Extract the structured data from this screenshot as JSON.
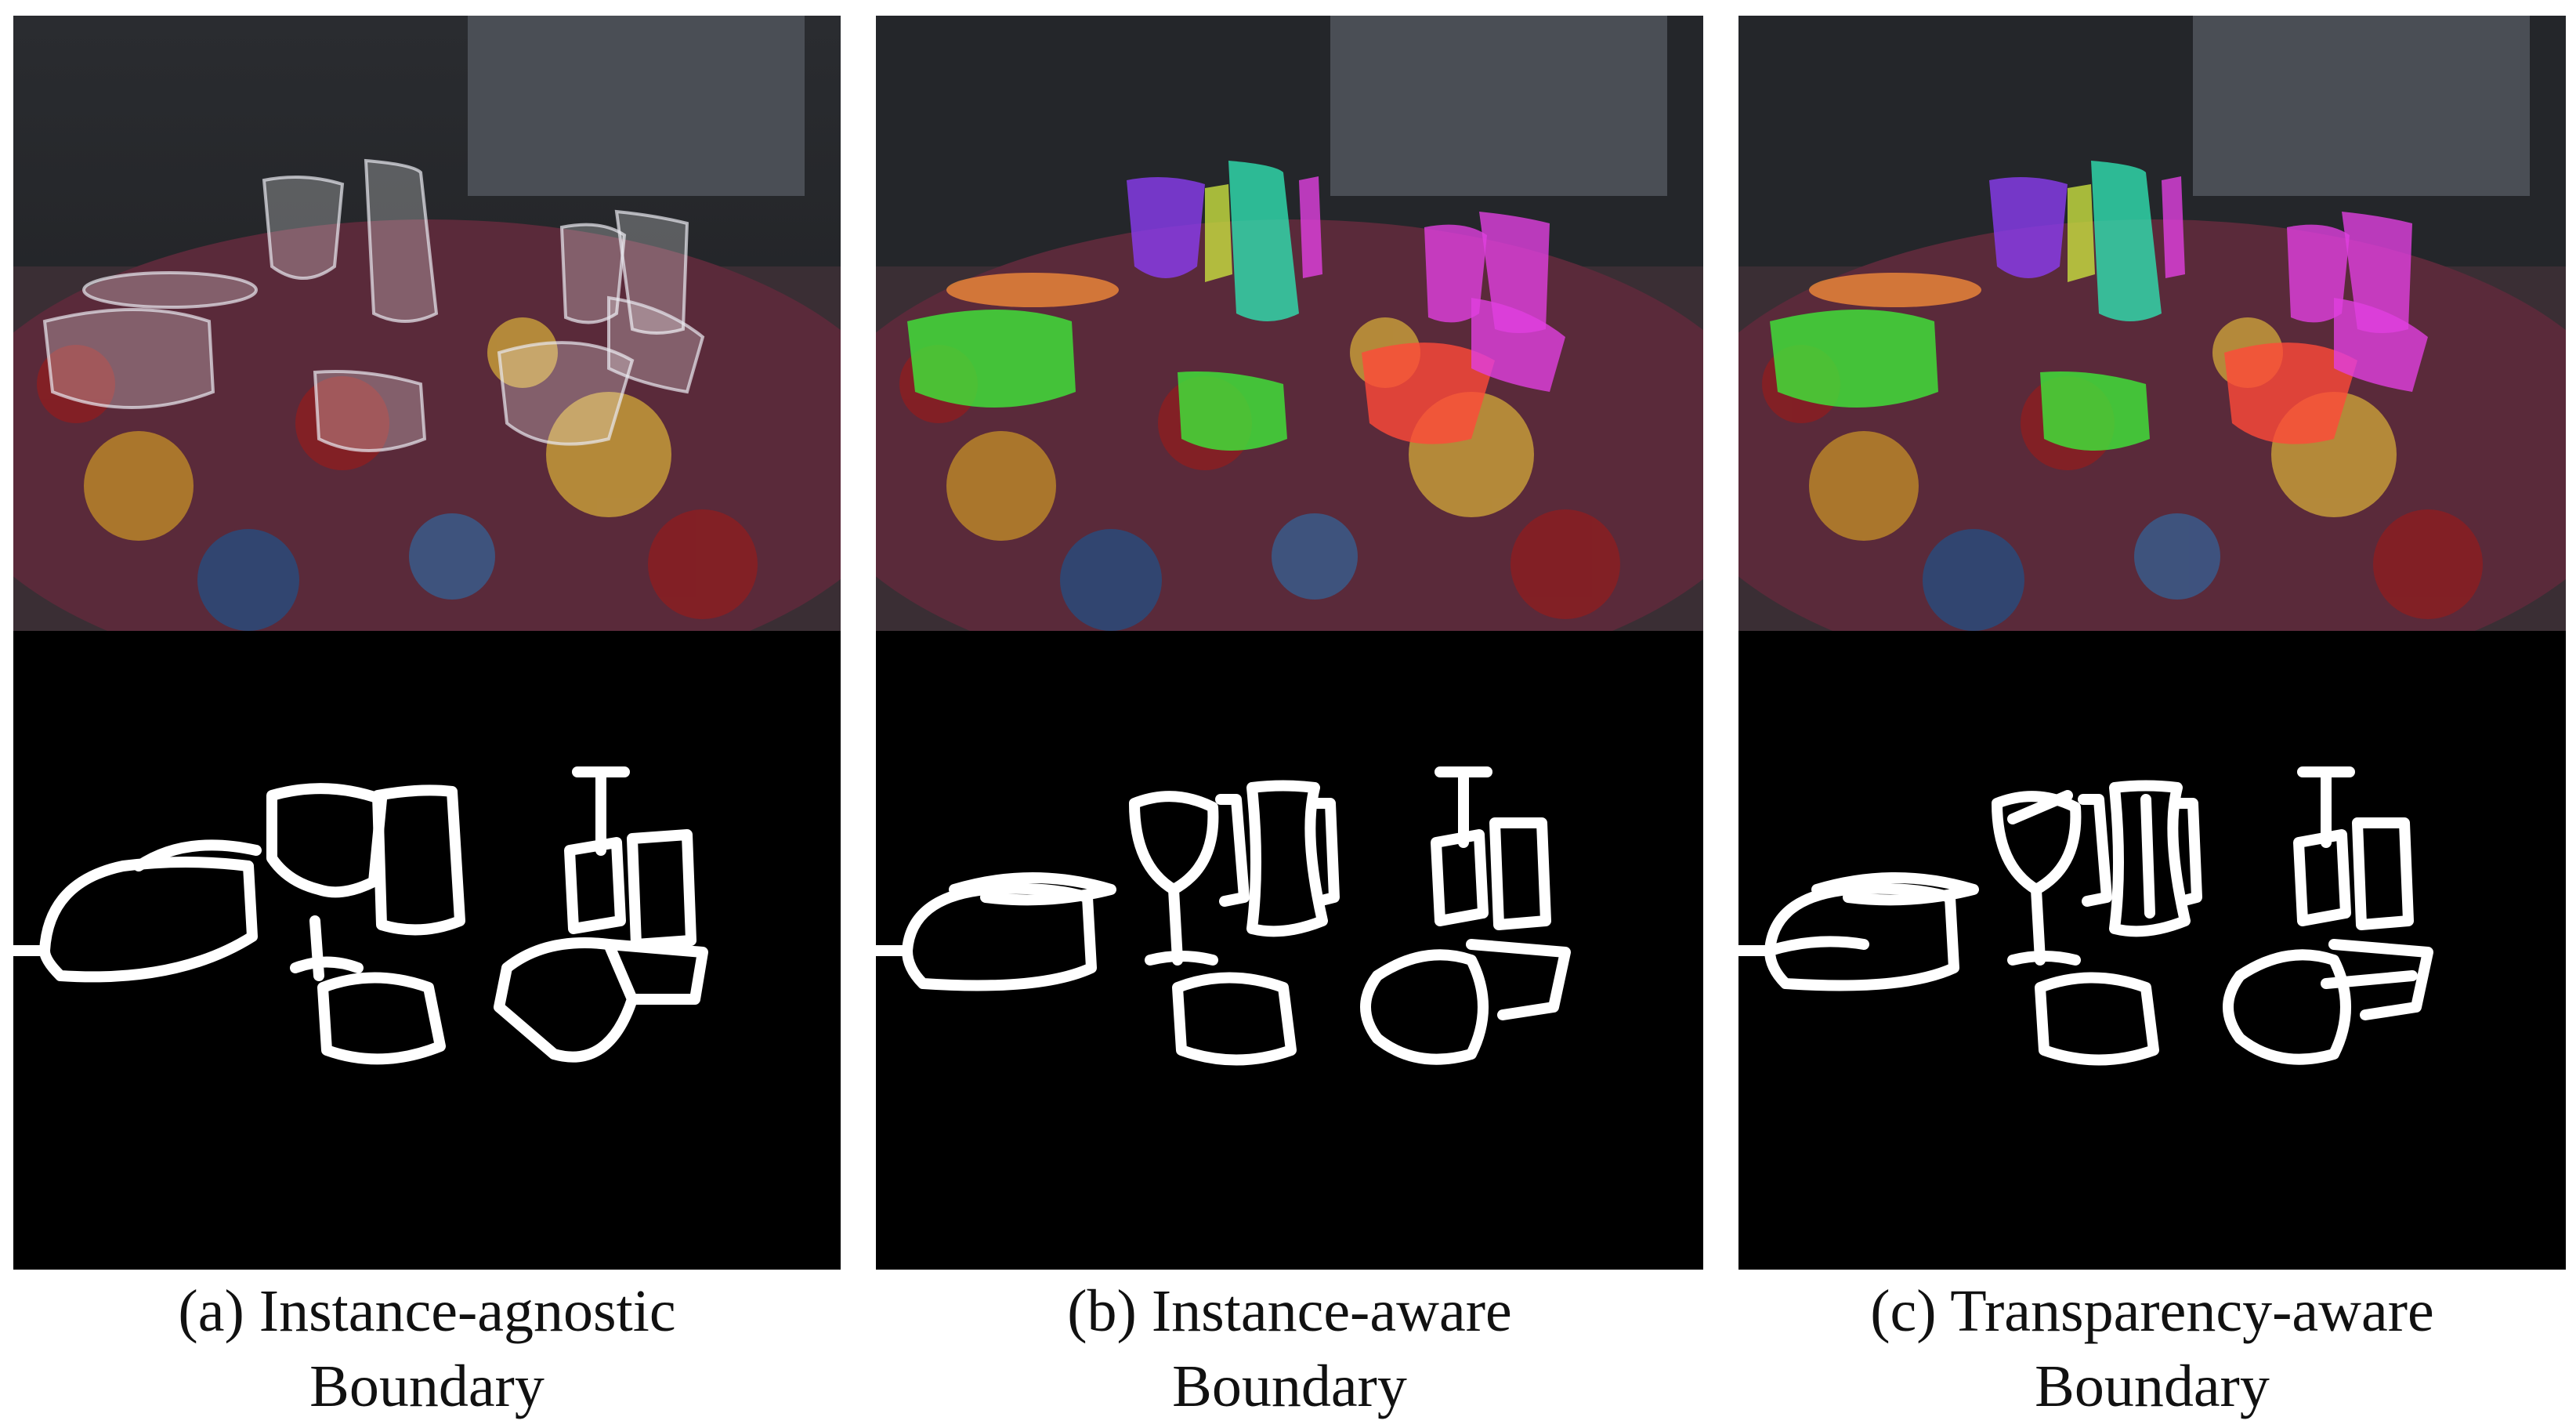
{
  "panels": [
    {
      "id": "a",
      "caption_line1": "(a) Instance-agnostic",
      "caption_line2": "Boundary",
      "overlay": "none"
    },
    {
      "id": "b",
      "caption_line1": "(b) Instance-aware",
      "caption_line2": "Boundary",
      "overlay": "instance"
    },
    {
      "id": "c",
      "caption_line1": "(c) Transparency-aware",
      "caption_line2": "Boundary",
      "overlay": "transparency"
    }
  ],
  "colors": {
    "background": "#ffffff",
    "mask_background": "#000000",
    "boundary": "#ffffff",
    "green": "#3ee83a",
    "purple": "#8a3cf0",
    "magenta": "#e040e0",
    "red": "#ff4a3a",
    "teal": "#30e0b0",
    "yellow": "#c8e040",
    "orange": "#f08a3a"
  }
}
